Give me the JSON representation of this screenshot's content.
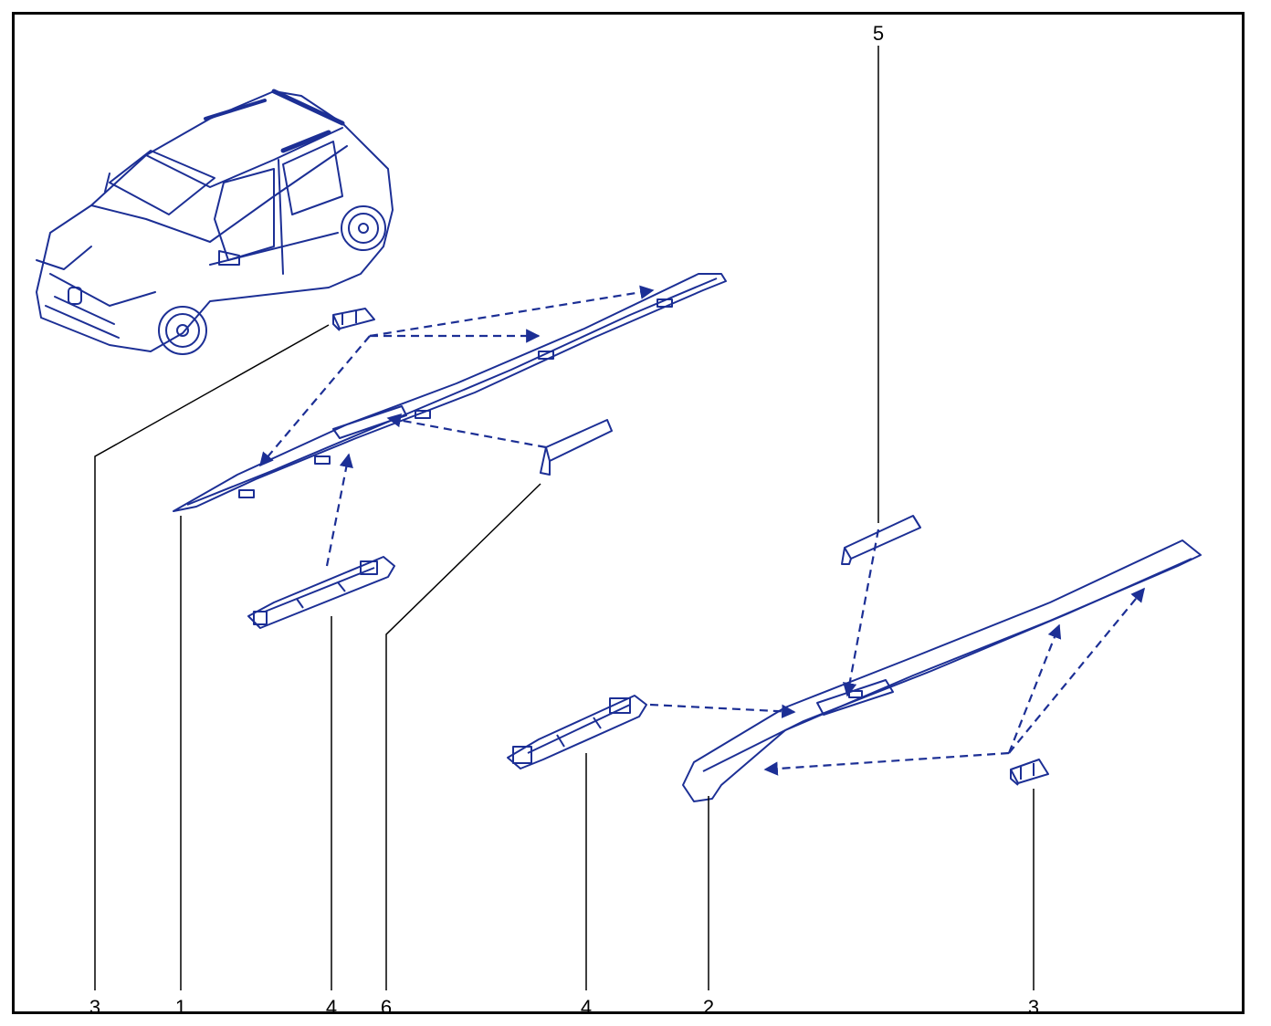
{
  "diagram": {
    "colors": {
      "part_outline": "#1c2f95",
      "leader_line": "#000000",
      "arrow": "#1c2f95",
      "border": "#000000"
    },
    "callouts": [
      {
        "id": "callout-3-left",
        "text": "3"
      },
      {
        "id": "callout-1",
        "text": "1"
      },
      {
        "id": "callout-4-left",
        "text": "4"
      },
      {
        "id": "callout-6",
        "text": "6"
      },
      {
        "id": "callout-4-right",
        "text": "4"
      },
      {
        "id": "callout-2",
        "text": "2"
      },
      {
        "id": "callout-3-right",
        "text": "3"
      },
      {
        "id": "callout-5",
        "text": "5"
      }
    ]
  }
}
